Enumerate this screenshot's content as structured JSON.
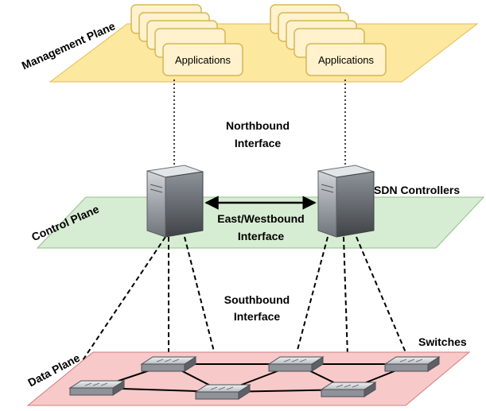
{
  "planes": {
    "management": "Management Plane",
    "control": "Control Plane",
    "data": "Data Plane"
  },
  "apps": {
    "left_label": "Applications",
    "right_label": "Applications"
  },
  "interfaces": {
    "northbound_line1": "Northbound",
    "northbound_line2": "Interface",
    "eastwest_line1": "East/Westbound",
    "eastwest_line2": "Interface",
    "southbound_line1": "Southbound",
    "southbound_line2": "Interface"
  },
  "labels": {
    "controllers": "SDN Controllers",
    "switches": "Switches"
  },
  "colors": {
    "management_fill": "#fde8a0",
    "management_stroke": "#e3bb4f",
    "control_fill": "#d7edd3",
    "control_stroke": "#8fc089",
    "data_fill": "#f8c9c9",
    "data_stroke": "#cf7d7d",
    "app_fill": "#fff2cc",
    "app_stroke": "#d6b656"
  }
}
